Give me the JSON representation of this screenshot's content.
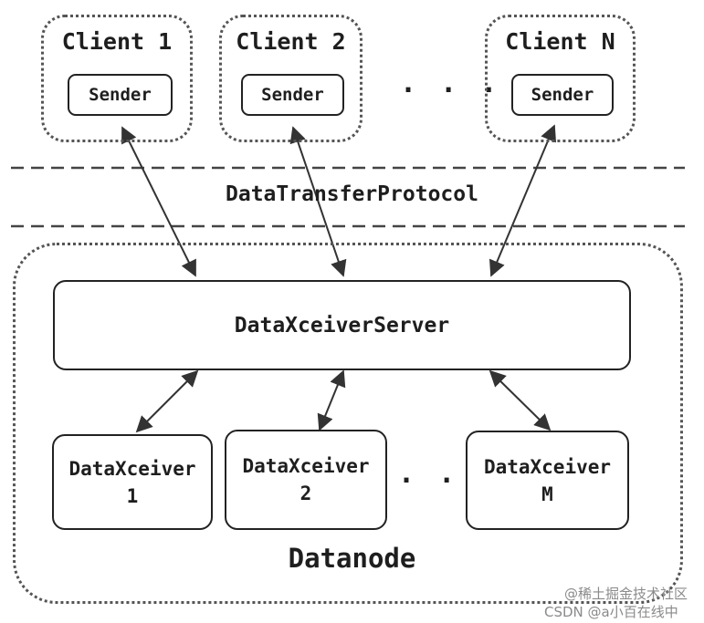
{
  "clients": [
    {
      "title": "Client 1",
      "sender": "Sender"
    },
    {
      "title": "Client 2",
      "sender": "Sender"
    },
    {
      "title": "Client N",
      "sender": "Sender"
    }
  ],
  "client_ellipsis": "· · ·",
  "protocol_label": "DataTransferProtocol",
  "server_label": "DataXceiverServer",
  "xceivers": [
    {
      "name": "DataXceiver",
      "index": "1"
    },
    {
      "name": "DataXceiver",
      "index": "2"
    },
    {
      "name": "DataXceiver",
      "index": "M"
    }
  ],
  "xceiver_ellipsis": "· · ·",
  "datanode_label": "Datanode",
  "watermark": {
    "line1": "@稀土掘金技术社区",
    "line2": "CSDN @a小百在线中"
  }
}
